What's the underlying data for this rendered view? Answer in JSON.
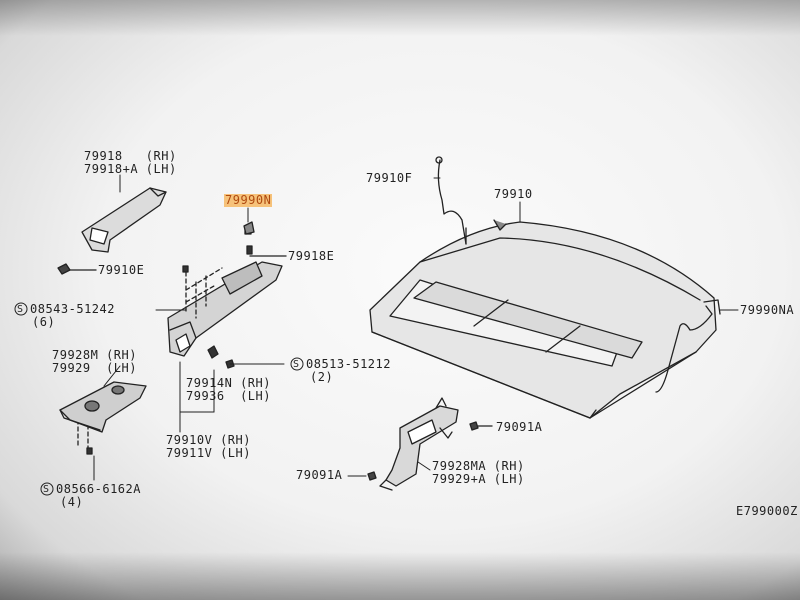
{
  "labels": {
    "p79918": "79918   (RH)",
    "p79918a": "79918+A (LH)",
    "p79910e": "79910E",
    "p79990n": "79990N",
    "p79918e": "79918E",
    "s08543": "08543-51242",
    "s08543_qty": "(6)",
    "p79928m": "79928M (RH)",
    "p79929": "79929  (LH)",
    "p79914n": "79914N (RH)",
    "p79936": "79936  (LH)",
    "s08513": "08513-51212",
    "s08513_qty": "(2)",
    "p79910v": "79910V (RH)",
    "p79911v": "79911V (LH)",
    "s08566": "08566-6162A",
    "s08566_qty": "(4)",
    "p79910f": "79910F",
    "p79910": "79910",
    "p79990na": "79990NA",
    "p79091a_r": "79091A",
    "p79091a_l": "79091A",
    "p79928ma": "79928MA (RH)",
    "p79929a": "79929+A (LH)",
    "diagram_code": "E799000Z"
  },
  "symbols": {
    "screw_circle": "S"
  },
  "colors": {
    "highlight_bg": "#f6c27a",
    "highlight_text": "#b04a10",
    "line": "#222222"
  }
}
